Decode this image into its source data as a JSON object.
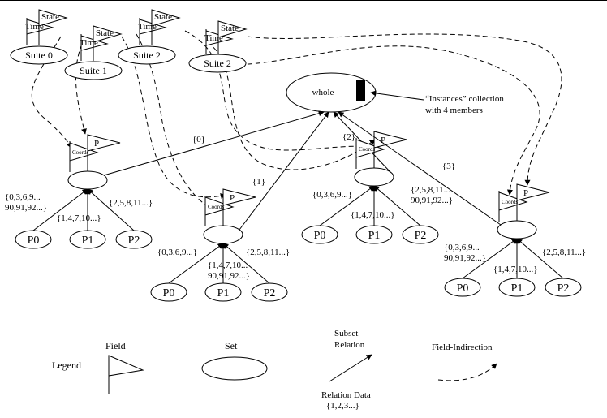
{
  "suites": [
    {
      "label": "Suite 0",
      "time": "Time",
      "state": "State"
    },
    {
      "label": "Suite 1",
      "time": "Time",
      "state": "State"
    },
    {
      "label": "Suite 2",
      "time": "Time",
      "state": "State"
    },
    {
      "label": "Suite 2",
      "time": "Time",
      "state": "State"
    }
  ],
  "whole": {
    "label": "whole",
    "annotation_line1": "“Instances” collection",
    "annotation_line2": "with 4 members"
  },
  "instances": [
    {
      "coords": "Coords",
      "p": "P",
      "relation": "{0}",
      "left_line1": "{0,3,6,9...",
      "left_line2": "90,91,92...}",
      "mid_line1": "{1,4,7,10...}",
      "mid_line2": "",
      "right_line1": "{2,5,8,11...}",
      "right_line2": "",
      "points": [
        "P0",
        "P1",
        "P2"
      ]
    },
    {
      "coords": "Coords",
      "p": "P",
      "relation": "{1}",
      "left_line1": "{0,3,6,9...}",
      "left_line2": "",
      "mid_line1": "{1,4,7,10...",
      "mid_line2": "90,91,92...}",
      "right_line1": "{2,5,8,11...}",
      "right_line2": "",
      "points": [
        "P0",
        "P1",
        "P2"
      ]
    },
    {
      "coords": "Coords",
      "p": "P",
      "relation": "{2}",
      "left_line1": "{0,3,6,9...}",
      "left_line2": "",
      "mid_line1": "{1,4,7,10...}",
      "mid_line2": "",
      "right_line1": "{2,5,8,11...",
      "right_line2": "90,91,92...}",
      "points": [
        "P0",
        "P1",
        "P2"
      ]
    },
    {
      "coords": "Coords",
      "p": "P",
      "relation": "{3}",
      "left_line1": "{0,3,6,9...",
      "left_line2": "90,91,92...}",
      "mid_line1": "{1,4,7,10...}",
      "mid_line2": "",
      "right_line1": "{2,5,8,11...}",
      "right_line2": "",
      "points": [
        "P0",
        "P1",
        "P2"
      ]
    }
  ],
  "legend": {
    "title": "Legend",
    "field": "Field",
    "set": "Set",
    "subset_line1": "Subset",
    "subset_line2": "Relation",
    "relation_data_line1": "Relation Data",
    "relation_data_line2": "{1,2,3...}",
    "field_indirection": "Field-Indirection"
  }
}
